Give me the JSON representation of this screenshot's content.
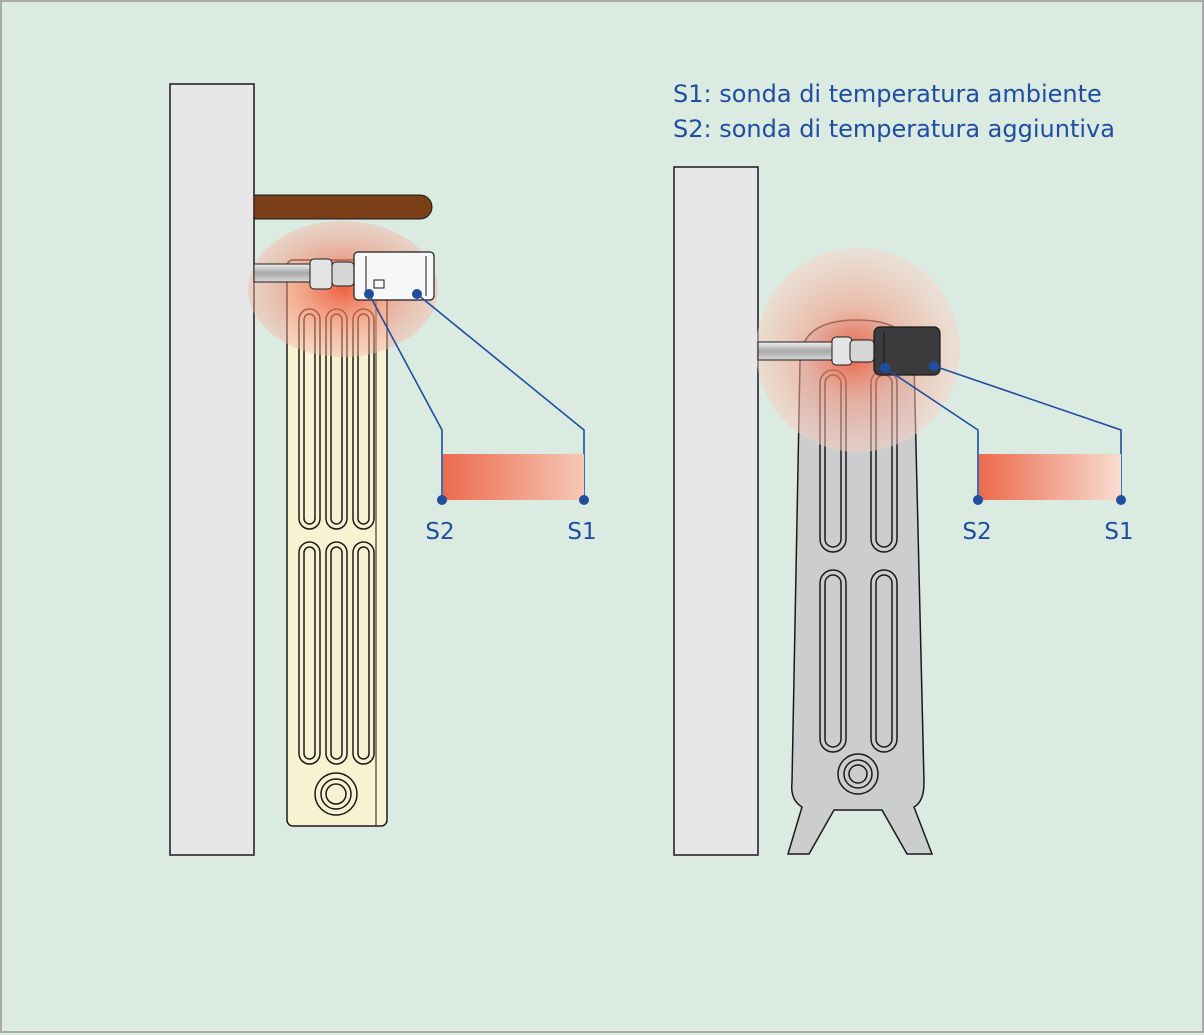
{
  "legend": {
    "s1": "S1: sonda di temperatura ambiente",
    "s2": "S2: sonda di temperatura aggiuntiva"
  },
  "left_setup": {
    "probe_s2_label": "S2",
    "probe_s1_label": "S1"
  },
  "right_setup": {
    "probe_s2_label": "S2",
    "probe_s1_label": "S1"
  },
  "colors": {
    "background": "#dcebe1",
    "wall": "#e7e7e9",
    "shelf": "#7b3f17",
    "radiator_cream": "#f8f1d2",
    "radiator_grey": "#cbcdcf",
    "heat": "#ec6a4c",
    "probe_line": "#1f4ea1"
  }
}
